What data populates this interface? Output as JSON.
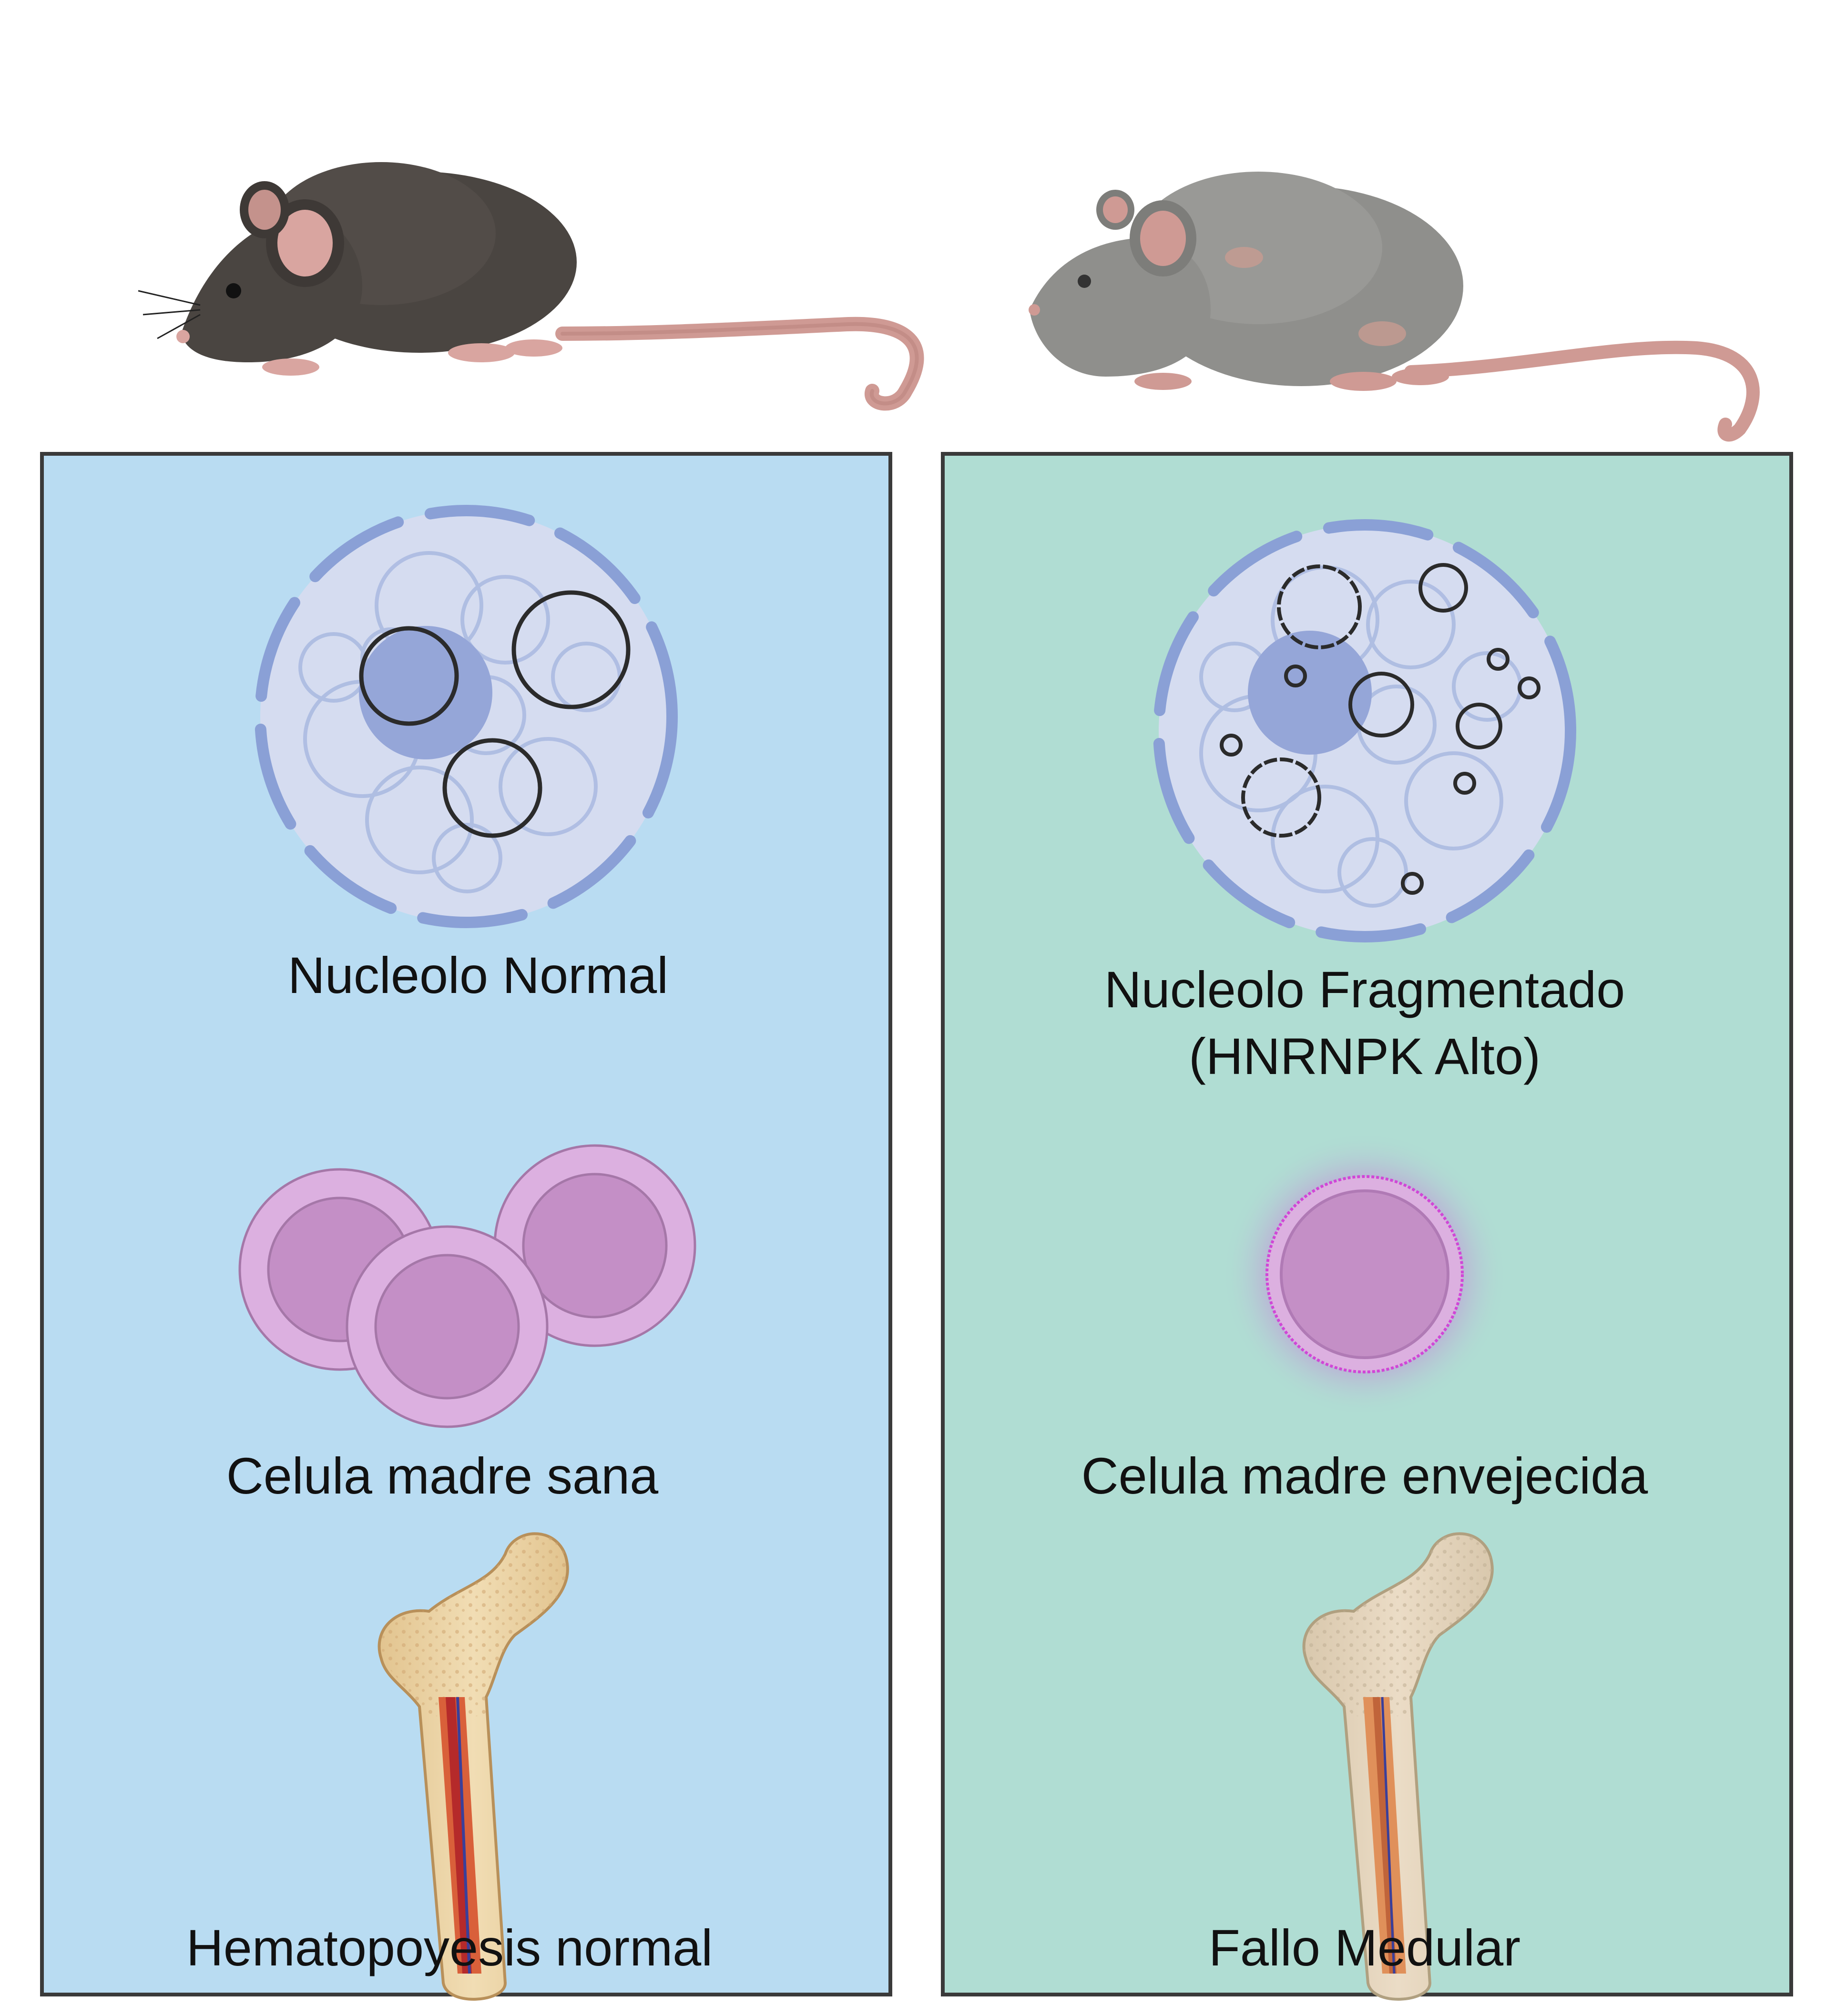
{
  "colors": {
    "healthy_panel": "#b9dcf2",
    "aged_panel": "#b0ddd3",
    "panel_border": "#3a3a3a",
    "nucleus_membrane": "#8aa0d6",
    "nucleus_fill": "#d5dcf0",
    "nucleolus_fill": "#95a6d8",
    "chromatin": "#a9b9e0",
    "stem_cell_outer": "#dcb0e0",
    "stem_cell_inner": "#c48fc6",
    "stem_cell_glow": "#d04ad6",
    "bone": "#e8cfa0",
    "young_mouse": "#4a4541",
    "old_mouse": "#8f8f8c",
    "tail": "#cf9a94"
  },
  "panels": {
    "healthy": {
      "nucleolus_label": "Nucleolo Normal",
      "stem_cell_label": "Celula madre sana",
      "bone_label": "Hematopoyesis normal"
    },
    "aged": {
      "nucleolus_label_line1": "Nucleolo Fragmentado",
      "nucleolus_label_line2": "(HNRNPK Alto)",
      "stem_cell_label": "Celula madre envejecida",
      "bone_label": "Fallo Medular"
    }
  },
  "icons": {
    "young_mouse": "young-mouse-icon",
    "old_mouse": "old-mouse-icon",
    "normal_nucleus": "normal-nucleus-icon",
    "fragmented_nucleus": "fragmented-nucleus-icon",
    "healthy_stem_cells": "healthy-stem-cells-icon",
    "aged_stem_cell": "aged-stem-cell-icon",
    "healthy_bone": "healthy-femur-icon",
    "failing_bone": "failing-femur-icon"
  }
}
